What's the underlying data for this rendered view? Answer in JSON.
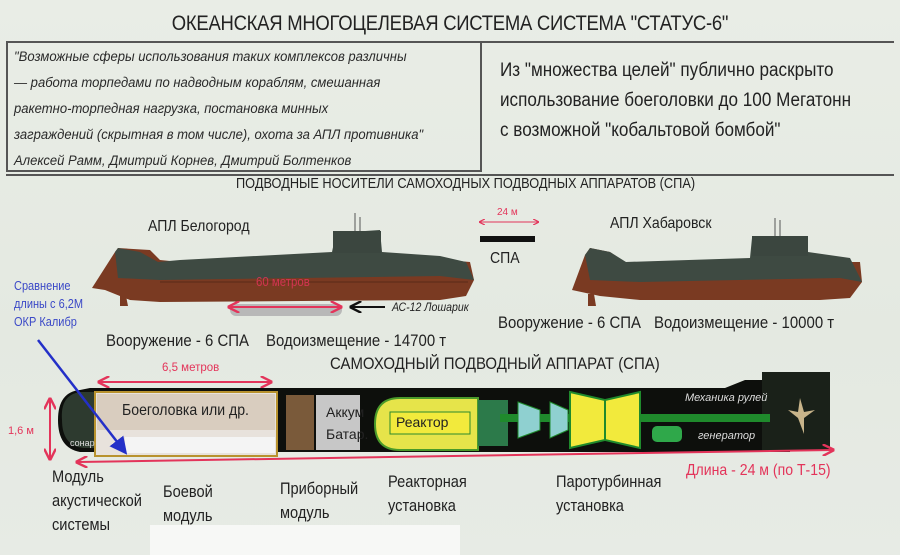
{
  "title": "ОКЕАНСКАЯ МНОГОЦЕЛЕВАЯ СИСТЕМА СИСТЕМА \"СТАТУС-6\"",
  "quote_box": {
    "lines": [
      "\"Возможные сферы использования таких комплексов различны",
      "— работа торпедами по надводным кораблям, смешанная",
      "ракетно-торпедная нагрузка, постановка минных",
      "заграждений (скрытная в том числе), охота за АПЛ противника\"",
      "Алексей Рамм, Дмитрий Корнев, Дмитрий Болтенков"
    ]
  },
  "fact_box": {
    "lines": [
      "Из \"множества целей\" публично раскрыто",
      "использование боеголовки до 100 Мегатонн",
      "с возможной \"кобальтовой бомбой\""
    ]
  },
  "carriers_section": {
    "heading": "ПОДВОДНЫЕ НОСИТЕЛИ САМОХОДНЫХ ПОДВОДНЫХ АППАРАТОВ (СПА)",
    "belgorod": {
      "name": "АПЛ Белогород",
      "hull_length_label": "60 метров",
      "minisub_label": "АС-12 Лошарик",
      "armament": "Вооружение - 6 СПА",
      "displacement": "Водоизмещение - 14700 т"
    },
    "scale": {
      "length": "24 м",
      "label": "СПА"
    },
    "khabarovsk": {
      "name": "АПЛ Хабаровск",
      "armament": "Вооружение - 6 СПА",
      "displacement": "Водоизмещение - 10000 т"
    }
  },
  "comparison_note": {
    "lines": [
      "Сравнение",
      "длины с 6,2М",
      "ОКР Калибр"
    ],
    "color": "#3b49c7"
  },
  "spa_section": {
    "heading": "САМОХОДНЫЙ ПОДВОДНЫЙ АППАРАТ (СПА)",
    "warhead_length": "6,5 метров",
    "diameter": "1,6 м",
    "total_length": "Длина - 24 м (по Т-15)",
    "inner_labels": {
      "warhead": "Боеголовка или др.",
      "battery_1": "Аккум",
      "battery_2": "Батар.",
      "reactor": "Реактор",
      "rudder_mech": "Механика рулей",
      "generator": "генератор",
      "sonar": "сонар"
    },
    "modules": [
      {
        "lines": [
          "Модуль",
          "акустической",
          "системы"
        ]
      },
      {
        "lines": [
          "Боевой",
          "модуль"
        ]
      },
      {
        "lines": [
          "Приборный",
          "модуль"
        ]
      },
      {
        "lines": [
          "Реакторная",
          "установка"
        ]
      },
      {
        "lines": [
          "Паротурбинная",
          "установка"
        ]
      }
    ]
  },
  "colors": {
    "background": "#e6ebe3",
    "hull_top": "#3e4a42",
    "hull_bottom": "#7a3a22",
    "dimension_red": "#e3345a",
    "spa_body": "#0d0f0c",
    "reactor_yellow": "#f2ea3c",
    "turbine_green": "#1f8a2c",
    "pointer_blue": "#2430c8"
  }
}
